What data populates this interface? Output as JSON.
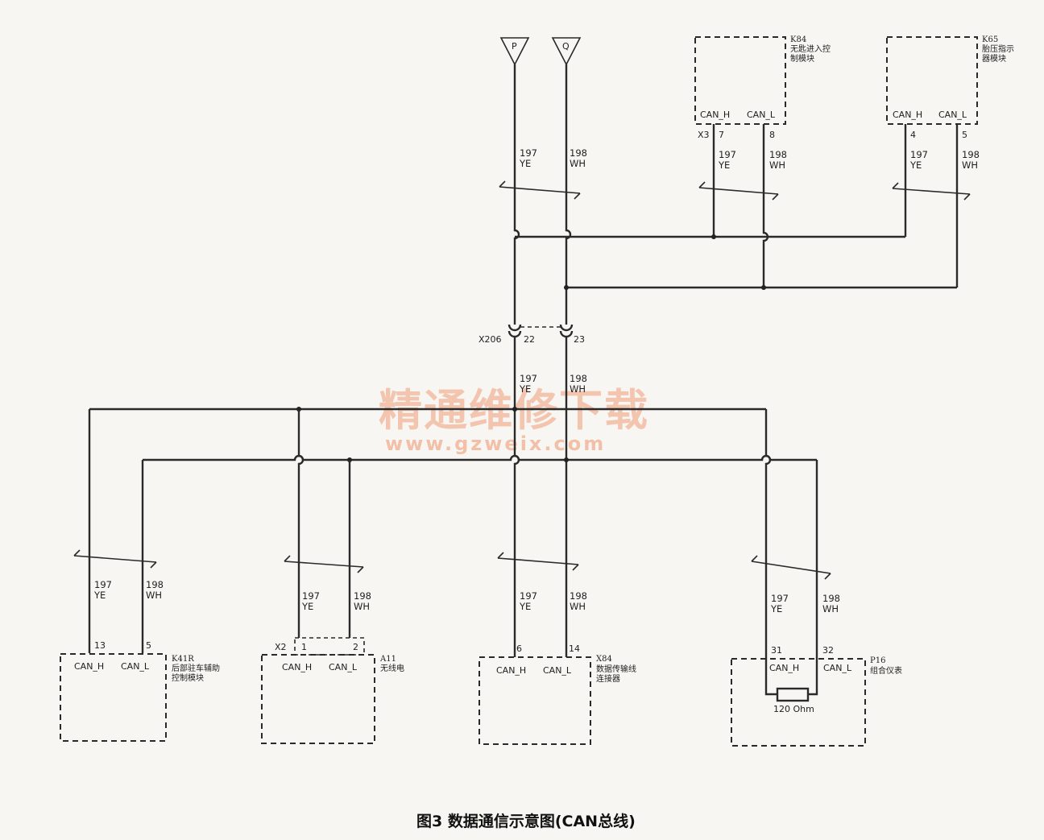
{
  "caption": "图3 数据通信示意图(CAN总线)",
  "watermark": {
    "title": "精通维修下载",
    "url": "www.gzweix.com"
  },
  "connectors": {
    "p": "P",
    "q": "Q",
    "x206": "X206",
    "x206_pin_h": "22",
    "x206_pin_l": "23"
  },
  "wire_labels": {
    "h_num": "197",
    "h_color": "YE",
    "l_num": "198",
    "l_color": "WH"
  },
  "pin_labels": {
    "h": "CAN_H",
    "l": "CAN_L"
  },
  "modules": {
    "k84": {
      "id": "K84",
      "name1": "无匙进入控",
      "name2": "制模块",
      "connector": "X3",
      "pin_h": "7",
      "pin_l": "8"
    },
    "k65": {
      "id": "K65",
      "name1": "胎压指示",
      "name2": "器模块",
      "pin_h": "4",
      "pin_l": "5"
    },
    "k41r": {
      "id": "K41R",
      "name1": "后部驻车辅助",
      "name2": "控制模块",
      "pin_h": "13",
      "pin_l": "5"
    },
    "a11": {
      "id": "A11",
      "name1": "无线电",
      "connector": "X2",
      "pin_h": "1",
      "pin_l": "2"
    },
    "x84": {
      "id": "X84",
      "name1": "数据传输线",
      "name2": "连接器",
      "pin_h": "6",
      "pin_l": "14"
    },
    "p16": {
      "id": "P16",
      "name1": "组合仪表",
      "pin_h": "31",
      "pin_l": "32",
      "resistor": "120 Ohm"
    }
  }
}
